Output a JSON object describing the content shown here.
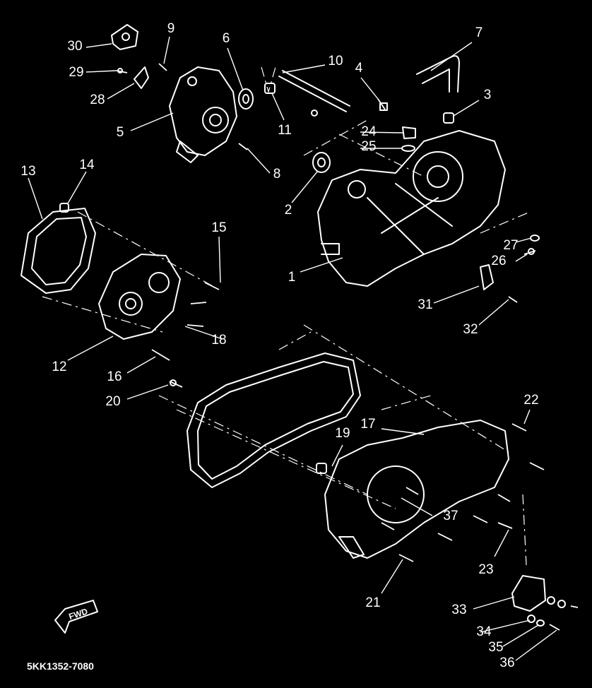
{
  "diagram": {
    "drawing_code": "5KK1352-7080",
    "fwd_label": "FWD",
    "callouts": [
      "1",
      "2",
      "3",
      "4",
      "5",
      "6",
      "7",
      "8",
      "9",
      "10",
      "11",
      "12",
      "13",
      "14",
      "15",
      "16",
      "17",
      "18",
      "19",
      "20",
      "21",
      "22",
      "23",
      "24",
      "25",
      "26",
      "27",
      "28",
      "29",
      "30",
      "31",
      "32",
      "33",
      "34",
      "35",
      "36",
      "37"
    ]
  }
}
